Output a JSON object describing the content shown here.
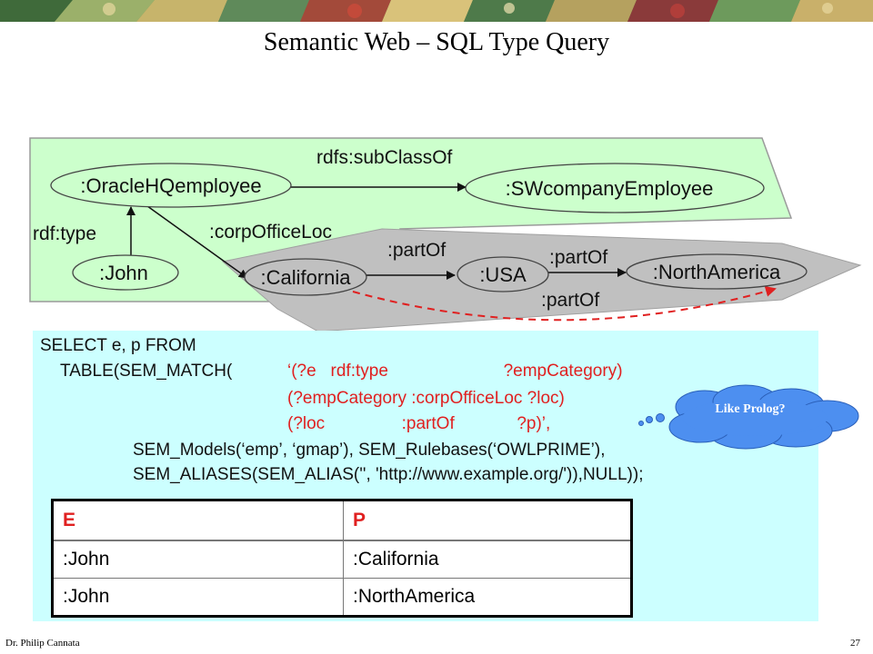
{
  "slide": {
    "title": "Semantic Web – SQL Type Query",
    "footer_author": "Dr. Philip Cannata",
    "page_number": "27"
  },
  "diagram": {
    "nodes": {
      "oracle": ":OracleHQemployee",
      "swcompany": ":SWcompanyEmployee",
      "john": ":John",
      "california": ":California",
      "usa": ":USA",
      "northamerica": ":NorthAmerica"
    },
    "edges": {
      "subclassof": "rdfs:subClassOf",
      "rdftype": "rdf:type",
      "corpofficeloc": ":corpOfficeLoc",
      "partof_cal_usa": ":partOf",
      "partof_usa_na": ":partOf",
      "partof_inferred": ":partOf"
    },
    "colors": {
      "green_region": "#ccffcc",
      "gray_region": "#c0c0c0",
      "inferred_edge": "#e02020"
    }
  },
  "query": {
    "lines": [
      "SELECT e, p FROM",
      "TABLE(SEM_MATCH(",
      "‘(?e   rdf:type                        ?empCategory)",
      "(?empCategory :corpOfficeLoc ?loc)",
      "(?loc                :partOf             ?p)’,",
      "SEM_Models(‘emp’, ‘gmap’), SEM_Rulebases(‘OWLPRIME’),",
      "SEM_ALIASES(SEM_ALIAS('', 'http://www.example.org/')),NULL));"
    ],
    "panel_color": "#ccffff"
  },
  "result": {
    "headers": [
      "E",
      "P"
    ],
    "rows": [
      [
        ":John",
        ":California"
      ],
      [
        ":John",
        ":NorthAmerica"
      ]
    ]
  },
  "callout": {
    "text": "Like Prolog?",
    "color": "#4d8ff0"
  }
}
